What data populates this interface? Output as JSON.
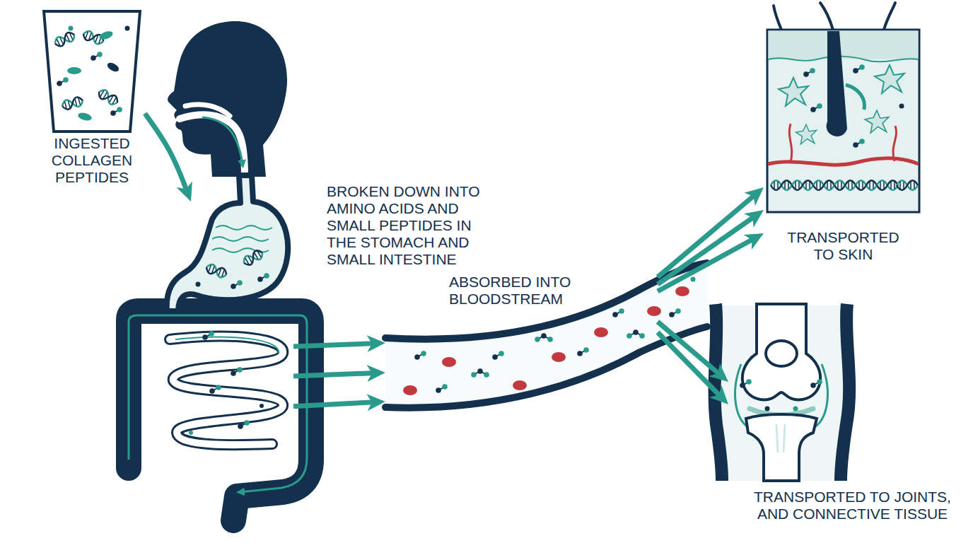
{
  "diagram": {
    "nodes": [
      {
        "text": [
          "INGESTED COLLAGEN PEPTIDES"
        ]
      },
      {
        "text": [
          "BROKEN DOWN INTO AMINO ACIDS AND SMALL PEPTIDES IN THE STOMACH AND SMALL INTESTINE"
        ]
      },
      {
        "text": [
          "ABSORBED INTO BLOODSTREAM"
        ]
      },
      {
        "text": [
          "TRANSPORTED TO SKIN"
        ]
      },
      {
        "text": [
          "TRANSPORTED TO JOINTS, AND CONNECTIVE TISSUE"
        ]
      }
    ],
    "edges": [
      {
        "from": 0,
        "to": 1,
        "arrow": "to"
      },
      {
        "from": 1,
        "to": 2,
        "arrow": "to"
      },
      {
        "from": 1,
        "to": 2,
        "arrow": "to"
      },
      {
        "from": 1,
        "to": 2,
        "arrow": "to"
      },
      {
        "from": 2,
        "to": 3,
        "arrow": "to"
      },
      {
        "from": 2,
        "to": 3,
        "arrow": "to"
      },
      {
        "from": 2,
        "to": 3,
        "arrow": "to"
      },
      {
        "from": 2,
        "to": 4,
        "arrow": "to"
      },
      {
        "from": 2,
        "to": 4,
        "arrow": "to"
      }
    ]
  }
}
